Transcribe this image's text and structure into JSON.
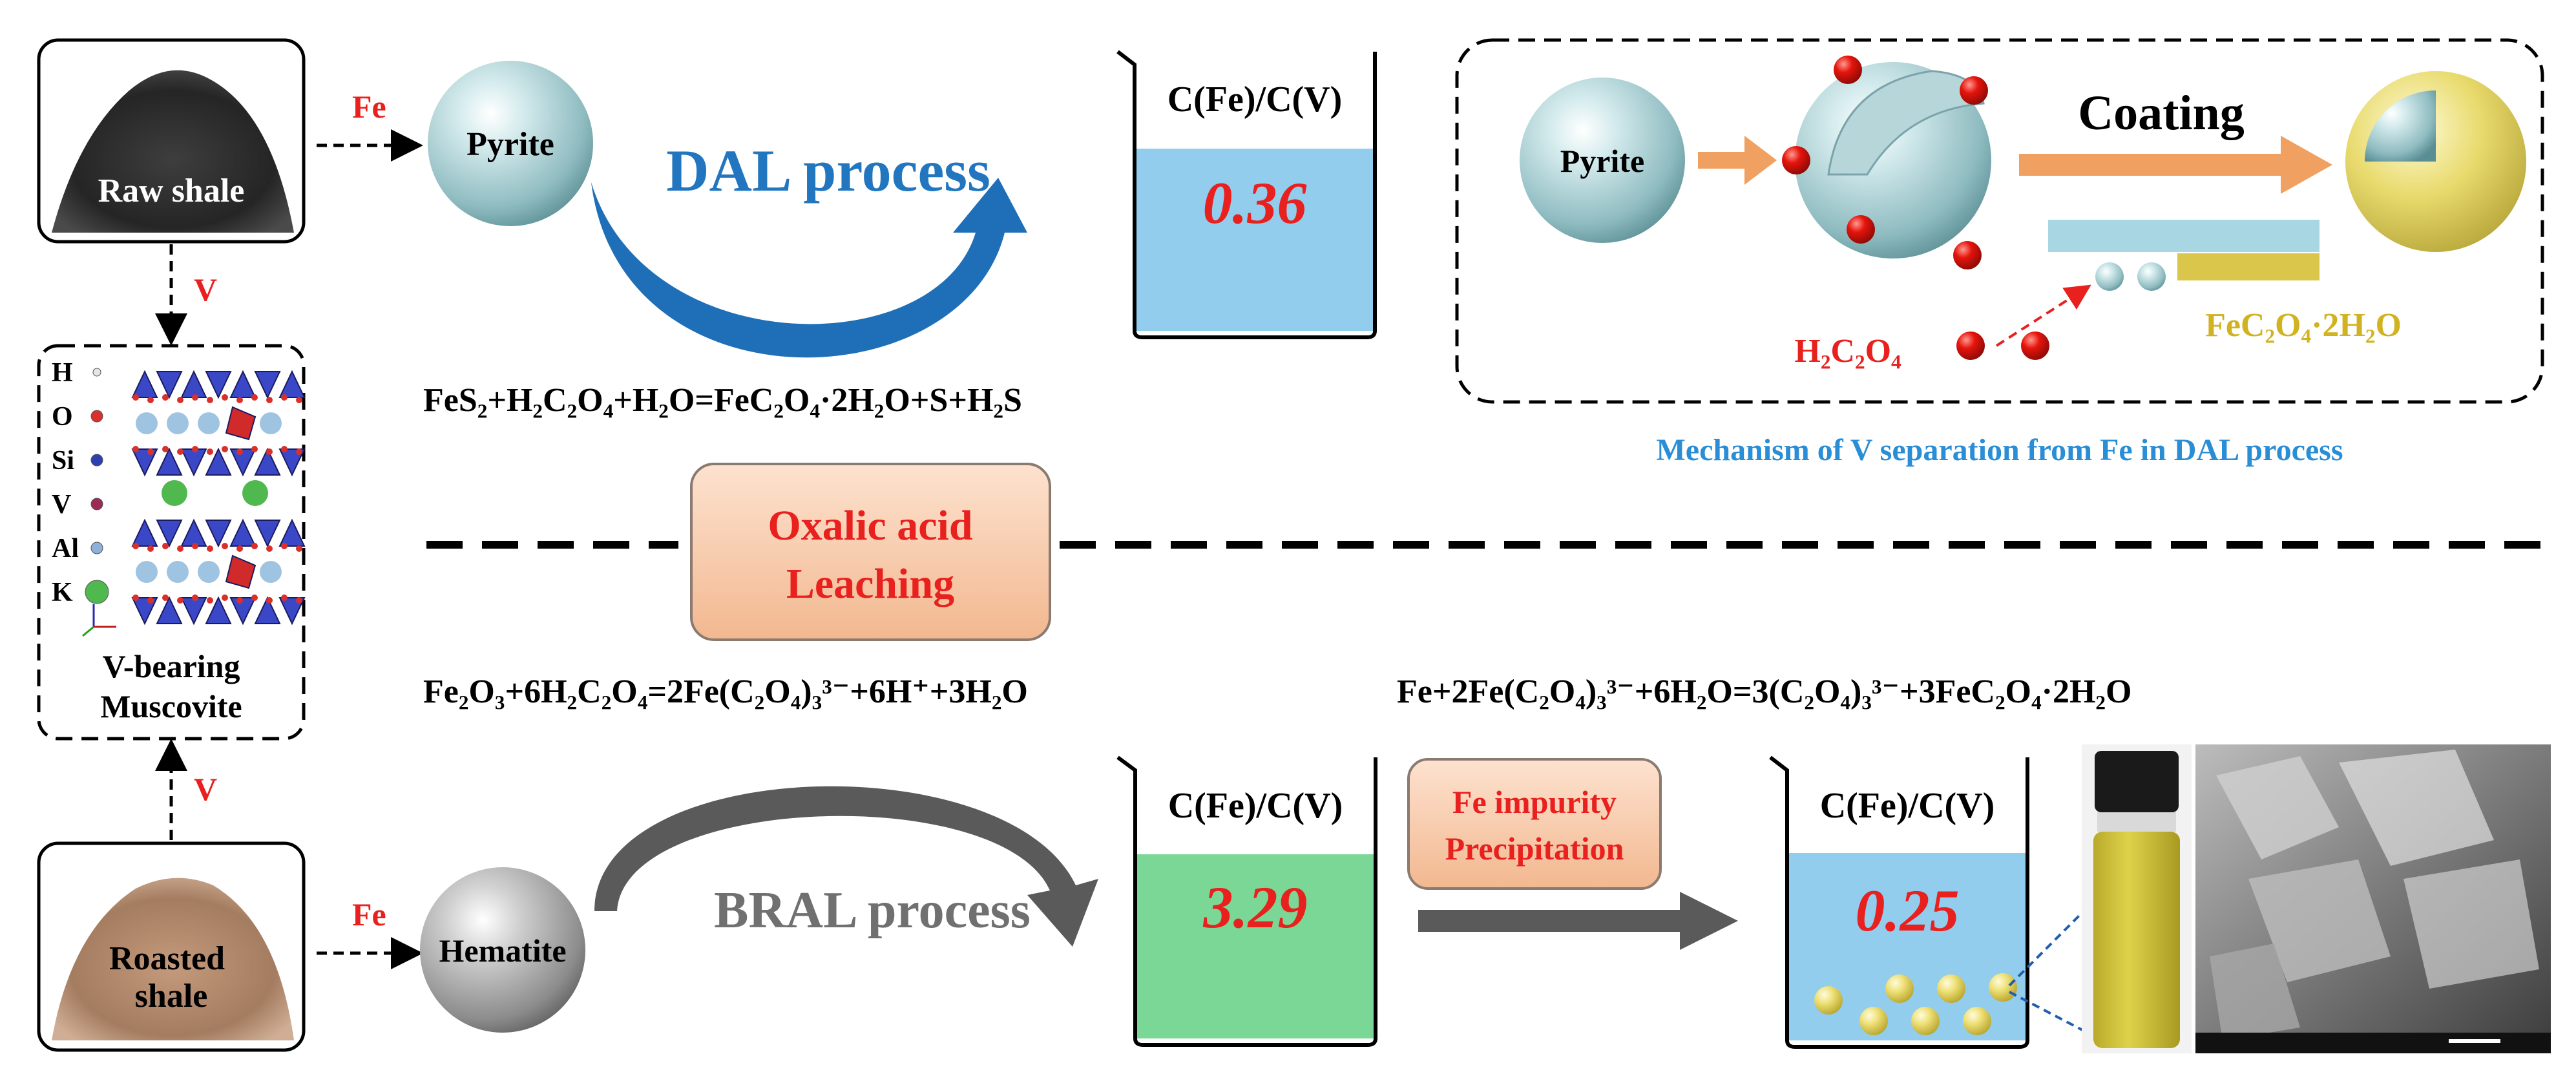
{
  "colors": {
    "fe_red": "#e8201e",
    "v_red": "#e8201e",
    "dal_blue": "#2276c0",
    "bral_gray": "#707070",
    "mechanism_blue": "#2a8ed6",
    "feox_yellow": "#d1b321",
    "ratio_red": "#e8201e",
    "blue_liquid": "#92cdee",
    "green_liquid": "#7bd796",
    "peach_box": "#f8cfb5",
    "sphere_teal": "#9fc7cc",
    "sphere_gray": "#9a9a9a",
    "yellow_shell": "#e6d766",
    "red_ball": "#e5140c"
  },
  "raw_shale": {
    "label": "Raw shale"
  },
  "roasted_shale": {
    "label": "Roasted\nshale"
  },
  "muscovite": {
    "label_line1": "V-bearing",
    "label_line2": "Muscovite",
    "legend": [
      {
        "symbol": "H",
        "color": "#e6e6e6"
      },
      {
        "symbol": "O",
        "color": "#d9302b"
      },
      {
        "symbol": "Si",
        "color": "#2e3fb0"
      },
      {
        "symbol": "V",
        "color": "#9b2a55"
      },
      {
        "symbol": "Al",
        "color": "#8fb0d8"
      },
      {
        "symbol": "K",
        "color": "#4fb84f"
      }
    ]
  },
  "arrows": {
    "fe_top": "Fe",
    "fe_bottom": "Fe",
    "v_top": "V",
    "v_bottom": "V"
  },
  "pyrite": {
    "label": "Pyrite"
  },
  "hematite": {
    "label": "Hematite"
  },
  "dal": {
    "process_label": "DAL process",
    "beaker_title": "C(Fe)/C(V)",
    "ratio": "0.36",
    "equation": "FeS₂+H₂C₂O₄+H₂O=FeC₂O₄·2H₂O+S+H₂S"
  },
  "mechanism": {
    "pyrite_label": "Pyrite",
    "coating_label": "Coating",
    "oxalic_label": "H₂C₂O₄",
    "product_label": "FeC₂O₄·2H₂O",
    "caption": "Mechanism of V separation from Fe in DAL process"
  },
  "center_box": {
    "line1": "Oxalic acid",
    "line2": "Leaching"
  },
  "bral": {
    "equation": "Fe₂O₃+6H₂C₂O₄=2Fe(C₂O₄)₃³⁻+6H⁺+3H₂O",
    "process_label": "BRAL process",
    "beaker_title": "C(Fe)/C(V)",
    "ratio": "3.29"
  },
  "precipitation": {
    "equation": "Fe+2Fe(C₂O₄)₃³⁻+6H₂O=3(C₂O₄)₃³⁻+3FeC₂O₄·2H₂O",
    "box_line1": "Fe impurity",
    "box_line2": "Precipitation",
    "beaker_title": "C(Fe)/C(V)",
    "ratio": "0.25"
  }
}
